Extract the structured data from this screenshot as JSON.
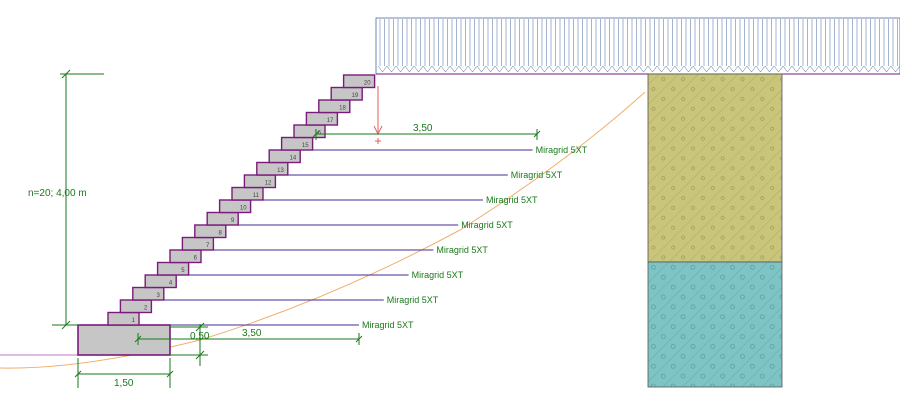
{
  "labels": {
    "wall_height": "n=20; 4,00 m",
    "top_anchor_length": "3,50",
    "bottom_anchor_length": "3,50",
    "base_width": "1,50",
    "base_offset": "0,50"
  },
  "geogrid": {
    "name": "Miragrid 5XT",
    "count": 8
  },
  "blocks": {
    "count": 20,
    "numbers": [
      "1",
      "2",
      "3",
      "4",
      "5",
      "6",
      "7",
      "8",
      "9",
      "10",
      "11",
      "12",
      "13",
      "14",
      "15",
      "16",
      "17",
      "18",
      "19",
      "20"
    ]
  },
  "colors": {
    "block_fill": "#c6c6c6",
    "block_stroke": "#7a1a7a",
    "geogrid_line": "#4a2a9a",
    "dimension": "#1a7a1a",
    "slip_surface": "#f0b070",
    "surcharge": "#4a6aa0",
    "soil_upper": "#c9c57a",
    "soil_lower": "#7ec4c4",
    "load_arrow": "#e06060"
  }
}
